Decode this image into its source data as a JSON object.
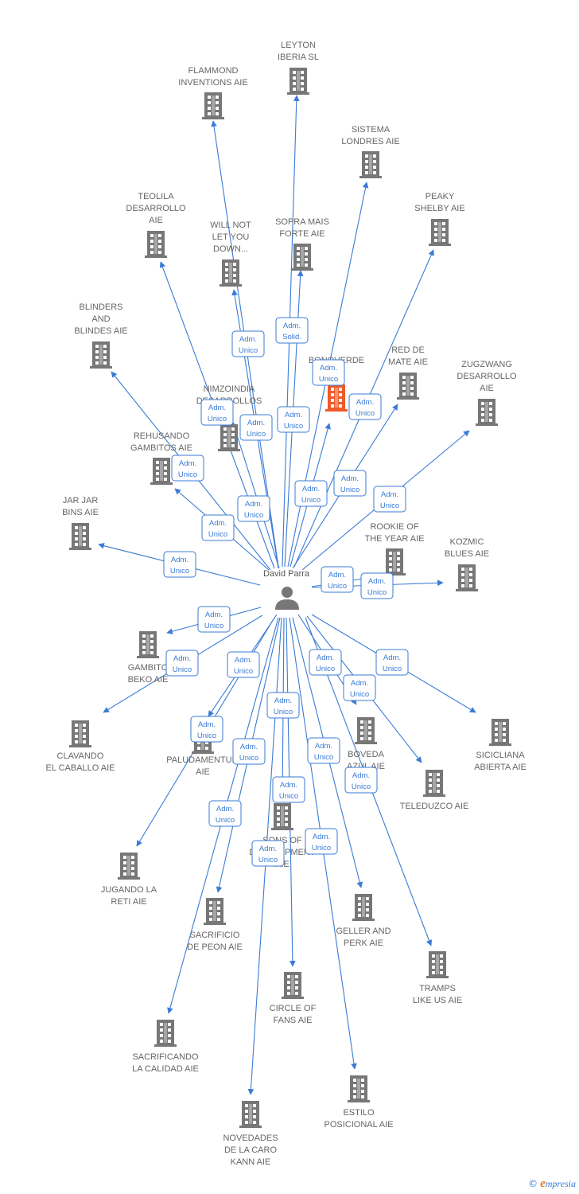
{
  "center": {
    "name": "David Parra"
  },
  "colors": {
    "edge": "#3a7bd5",
    "node": "#777777",
    "highlight": "#ef5a2a"
  },
  "brand": {
    "copyright": "©",
    "first_letter": "e",
    "rest": "mpresia"
  },
  "nodes": [
    {
      "id": "leyton",
      "lines": [
        "LEYTON",
        "IBERIA  SL"
      ],
      "badge": "Adm. Solid."
    },
    {
      "id": "flammond",
      "lines": [
        "FLAMMOND",
        "INVENTIONS  AIE"
      ],
      "badge": "Adm. Unico"
    },
    {
      "id": "sistema",
      "lines": [
        "SISTEMA",
        "LONDRES  AIE"
      ],
      "badge": "Adm. Unico"
    },
    {
      "id": "peaky",
      "lines": [
        "PEAKY",
        "SHELBY  AIE"
      ],
      "badge": "Adm. Unico"
    },
    {
      "id": "teolila",
      "lines": [
        "TEOLILA",
        "DESARROLLO",
        "AIE"
      ],
      "badge": "Adm. Unico"
    },
    {
      "id": "willnot",
      "lines": [
        "WILL NOT",
        "LET YOU",
        "DOWN..."
      ],
      "badge": "Adm. Unico"
    },
    {
      "id": "sopra",
      "lines": [
        "SOPRA MAIS",
        "FORTE  AIE"
      ],
      "badge": "Adm. Unico"
    },
    {
      "id": "blinders",
      "lines": [
        "BLINDERS",
        "AND",
        "BLINDES  AIE"
      ],
      "badge": "Adm. Unico"
    },
    {
      "id": "bonoverde",
      "lines": [
        "BONOVERDE"
      ],
      "badge": "Adm. Unico",
      "highlight": true
    },
    {
      "id": "redmate",
      "lines": [
        "RED DE",
        "MATE  AIE"
      ],
      "badge": "Adm. Unico"
    },
    {
      "id": "zugzwang",
      "lines": [
        "ZUGZWANG",
        "DESARROLLO",
        "AIE"
      ],
      "badge": "Adm. Unico"
    },
    {
      "id": "nimzoindia",
      "lines": [
        "NIMZOINDIA",
        "DESARROLLOS"
      ],
      "badge": "Adm. Unico"
    },
    {
      "id": "rehusando",
      "lines": [
        "REHUSANDO",
        "GAMBITOS  AIE"
      ],
      "badge": "Adm. Unico"
    },
    {
      "id": "jarjar",
      "lines": [
        "JAR JAR",
        "BINS  AIE"
      ],
      "badge": "Adm. Unico"
    },
    {
      "id": "rookie",
      "lines": [
        "ROOKIE OF",
        "THE YEAR  AIE"
      ],
      "badge": "Adm. Unico"
    },
    {
      "id": "kozmic",
      "lines": [
        "KOZMIC",
        "BLUES  AIE"
      ],
      "badge": "Adm. Unico"
    },
    {
      "id": "gambito",
      "lines": [
        "GAMBITO",
        "BEKO  AIE"
      ],
      "badge": "Adm. Unico"
    },
    {
      "id": "clavando",
      "lines": [
        "CLAVANDO",
        "EL CABALLO  AIE"
      ],
      "badge": "Adm. Unico"
    },
    {
      "id": "paludamentum",
      "lines": [
        "PALUDAMENTUM",
        "AIE"
      ],
      "badge": "Adm. Unico"
    },
    {
      "id": "boveda",
      "lines": [
        "BOVEDA",
        "AZUL  AIE"
      ],
      "badge": "Adm. Unico"
    },
    {
      "id": "siciciliana",
      "lines": [
        "SICICLIANA",
        "ABIERTA  AIE"
      ],
      "badge": "Adm. Unico"
    },
    {
      "id": "teleduzco",
      "lines": [
        "TELEDUZCO  AIE"
      ],
      "badge": "Adm. Unico"
    },
    {
      "id": "jugando",
      "lines": [
        "JUGANDO LA",
        "RETI  AIE"
      ],
      "badge": "Adm. Unico"
    },
    {
      "id": "sons",
      "lines": [
        "SONS OF",
        "DEVELOPMENT",
        "AIE"
      ],
      "badge": "Adm. Unico"
    },
    {
      "id": "sacrificio",
      "lines": [
        "SACRIFICIO",
        "DE PEON  AIE"
      ],
      "badge": "Adm. Unico"
    },
    {
      "id": "geller",
      "lines": [
        "GELLER AND",
        "PERK  AIE"
      ],
      "badge": "Adm. Unico"
    },
    {
      "id": "tramps",
      "lines": [
        "TRAMPS",
        "LIKE US  AIE"
      ],
      "badge": "Adm. Unico"
    },
    {
      "id": "circle",
      "lines": [
        "CIRCLE OF",
        "FANS  AIE"
      ],
      "badge": "Adm. Unico"
    },
    {
      "id": "sacrificando",
      "lines": [
        "SACRIFICANDO",
        "LA CALIDAD  AIE"
      ],
      "badge": "Adm. Unico"
    },
    {
      "id": "estilo",
      "lines": [
        "ESTILO",
        "POSICIONAL  AIE"
      ],
      "badge": "Adm. Unico"
    },
    {
      "id": "novedades",
      "lines": [
        "NOVEDADES",
        "DE LA CARO",
        "KANN  AIE"
      ],
      "badge": "Adm. Unico"
    }
  ]
}
